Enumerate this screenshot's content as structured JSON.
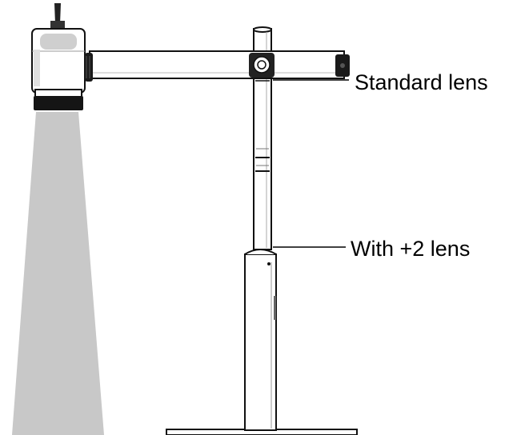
{
  "callouts": {
    "standard_lens": "Standard lens",
    "with_plus2_lens": "With +2 lens"
  },
  "colors": {
    "light_beam": "#c8c8c8",
    "outline": "#111111",
    "body_fill": "#ffffff",
    "lens_ring": "#151515"
  },
  "icons": [
    "camera-head",
    "light-cone",
    "crossbar",
    "clamp-knob",
    "upper-pole",
    "lower-pole",
    "base-plate"
  ]
}
